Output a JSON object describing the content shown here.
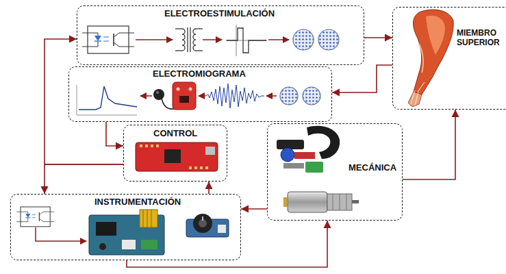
{
  "diagram": {
    "nodes": [
      {
        "text": [
          "ELECTROESTIMULACIÓN"
        ]
      },
      {
        "text": [
          "MIEMBRO SUPERIOR"
        ]
      },
      {
        "text": [
          "ELECTROMIOGRAMA"
        ]
      },
      {
        "text": [
          "CONTROL"
        ]
      },
      {
        "text": [
          "MECÁNICA"
        ]
      },
      {
        "text": [
          "INSTRUMENTACIÓN"
        ]
      }
    ],
    "edges": [
      {
        "from": 0,
        "to": 1,
        "arrow": "to"
      },
      {
        "from": 1,
        "to": 2,
        "arrow": "to"
      },
      {
        "from": 2,
        "to": 3,
        "arrow": "to"
      },
      {
        "from": 3,
        "to": 0,
        "arrow": "to"
      },
      {
        "from": 3,
        "to": 5,
        "arrow": "to"
      },
      {
        "from": 5,
        "to": 3,
        "arrow": "to"
      },
      {
        "from": 4,
        "to": 1,
        "arrow": "to"
      },
      {
        "from": 4,
        "to": 5,
        "arrow": "to"
      },
      {
        "from": 5,
        "to": 4,
        "arrow": "to"
      }
    ]
  }
}
